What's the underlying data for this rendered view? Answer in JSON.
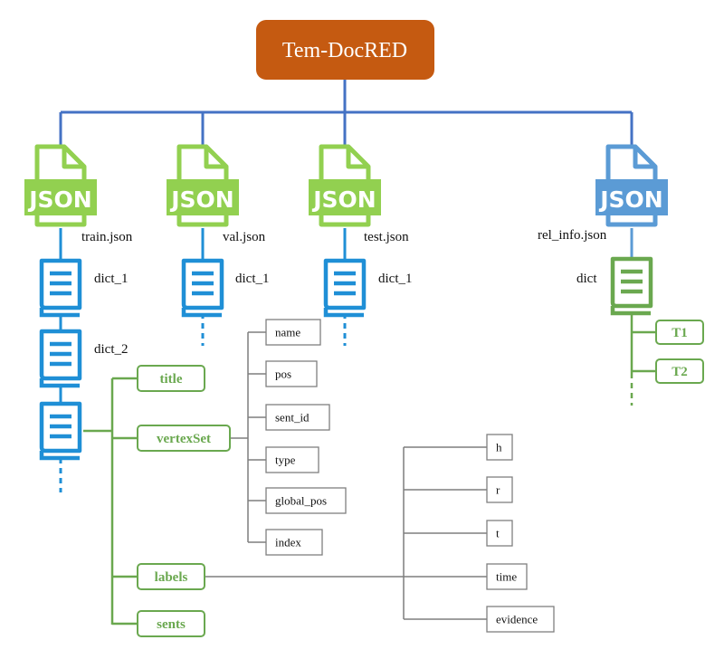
{
  "root": {
    "label": "Tem-DocRED"
  },
  "json_badge": "JSON",
  "files": {
    "train": "train.json",
    "val": "val.json",
    "test": "test.json",
    "rel_info": "rel_info.json"
  },
  "dicts": {
    "train_1": "dict_1",
    "train_2": "dict_2",
    "val_1": "dict_1",
    "test_1": "dict_1",
    "rel": "dict"
  },
  "keys": {
    "title": "title",
    "vertexSet": "vertexSet",
    "labels": "labels",
    "sents": "sents"
  },
  "vertex_fields": [
    "name",
    "pos",
    "sent_id",
    "type",
    "global_pos",
    "index"
  ],
  "label_fields": [
    "h",
    "r",
    "t",
    "time",
    "evidence"
  ],
  "rel_fields": [
    "T1",
    "T2"
  ],
  "icons": {
    "file": "json-file-icon",
    "dict": "book-icon"
  },
  "colors": {
    "root_fill": "#c55a11",
    "trunk": "#4472c4",
    "green": "#6aa84f",
    "json_green": "#92d050",
    "json_blue": "#5b9bd5",
    "book_blue": "#1f8fd6",
    "book_green": "#6aa84f",
    "gray": "#7f7f7f"
  }
}
